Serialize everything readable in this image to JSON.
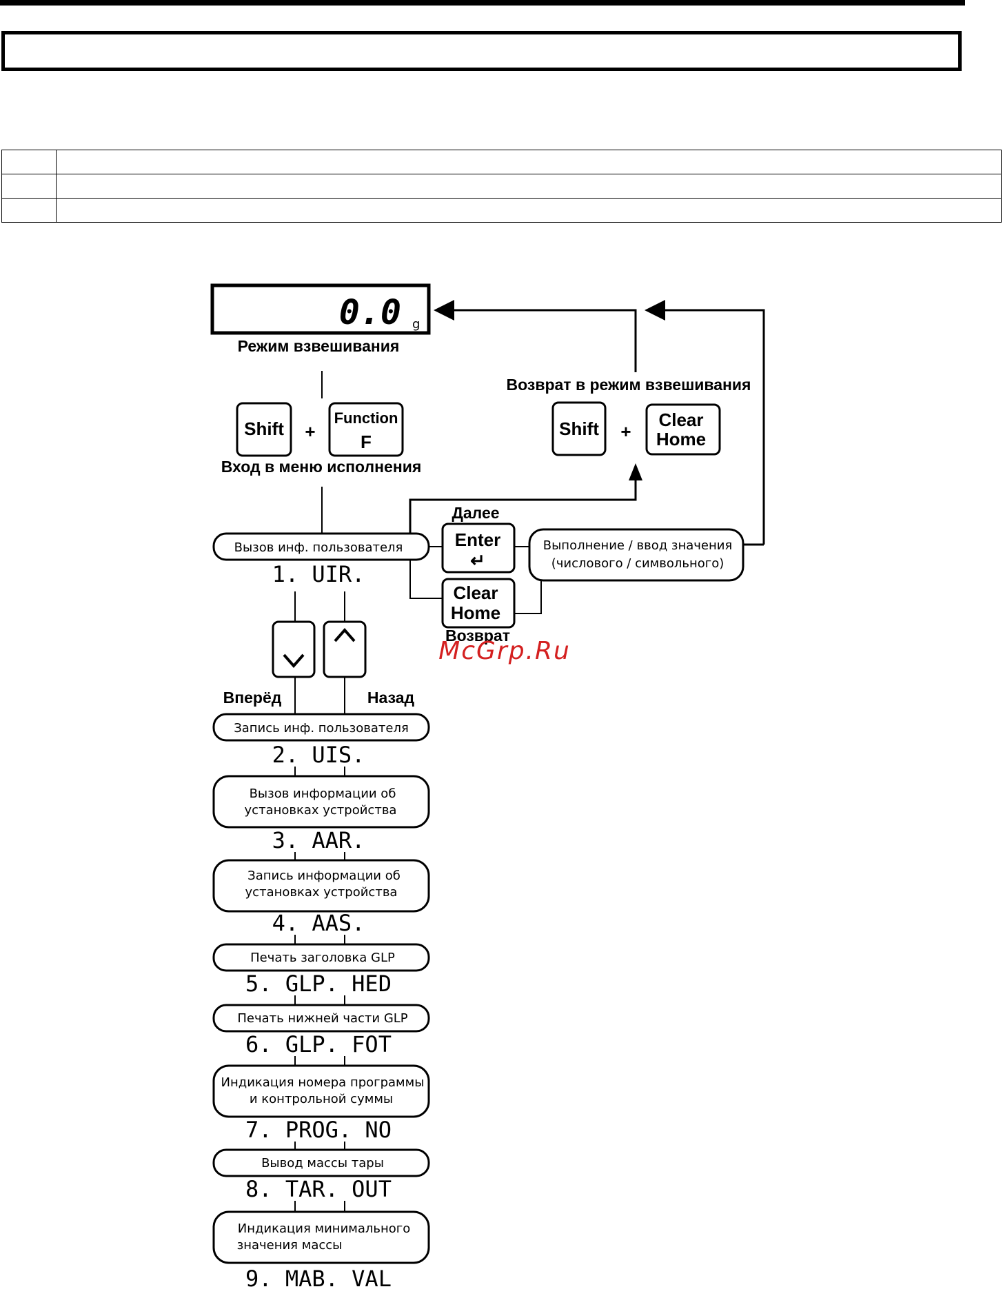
{
  "display": {
    "value": "0.0",
    "unit": "g"
  },
  "labels": {
    "weighing_mode": "Режим взвешивания",
    "enter_menu": "Вход в меню исполнения",
    "return_weighing": "Возврат в режим взвешивания",
    "next": "Далее",
    "back": "Возврат",
    "forward": "Вперёд",
    "backward": "Назад"
  },
  "keys": {
    "shift": "Shift",
    "function_top": "Function",
    "function_bottom": "F",
    "clear": "Clear",
    "home": "Home",
    "enter": "Enter",
    "enter_arrow": "↵"
  },
  "execute_box": {
    "line1": "Выполнение / ввод значения",
    "line2": "(числового / символьного)"
  },
  "menu_items": [
    {
      "line1": "Вызов инф. пользователя",
      "line2": "",
      "code": "1. UIR."
    },
    {
      "line1": "Запись инф. пользователя",
      "line2": "",
      "code": "2. UIS."
    },
    {
      "line1": "Вызов информации об",
      "line2": "установках устройства",
      "code": "3. AAR."
    },
    {
      "line1": "Запись информации об",
      "line2": "установках устройства",
      "code": "4. AAS."
    },
    {
      "line1": "Печать заголовка GLP",
      "line2": "",
      "code": "5. GLP. HED"
    },
    {
      "line1": "Печать нижней части GLP",
      "line2": "",
      "code": "6. GLP. FOT"
    },
    {
      "line1": "Индикация номера программы",
      "line2": "и контрольной суммы",
      "code": "7. PROG. NO"
    },
    {
      "line1": "Вывод массы тары",
      "line2": "",
      "code": "8. TAR. OUT"
    },
    {
      "line1": "Индикация минимального",
      "line2": "значения массы",
      "code": "9. MAB. VAL"
    }
  ],
  "watermark": "McGrp.Ru"
}
